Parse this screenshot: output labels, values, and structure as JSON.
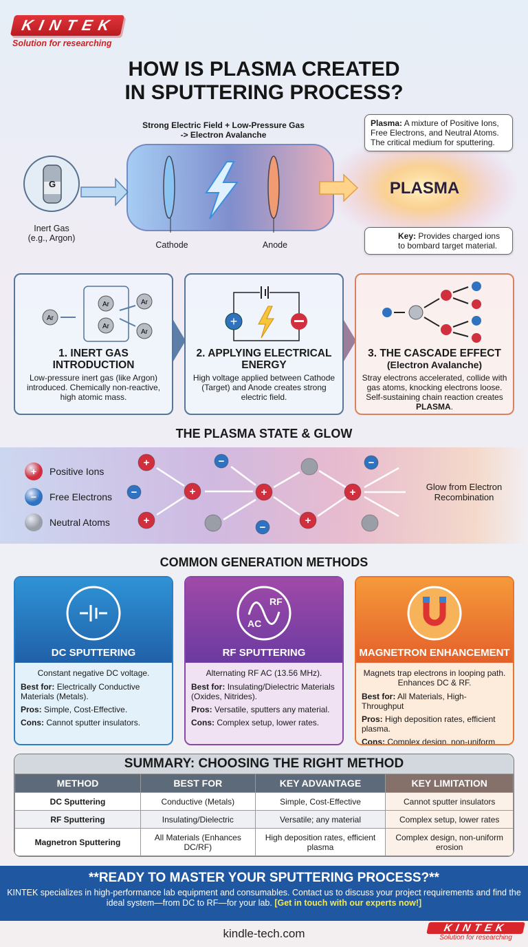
{
  "logo": {
    "brand": "KINTEK",
    "tagline": "Solution for researching"
  },
  "title": {
    "line1": "HOW IS PLASMA CREATED",
    "line2": "IN SPUTTERING PROCESS?"
  },
  "overview": {
    "field_line1": "Strong Electric Field + Low-Pressure Gas",
    "field_line2": "-> Electron Avalanche",
    "gas_letter": "G",
    "gas_label1": "Inert Gas",
    "gas_label2": "(e.g., Argon)",
    "cathode": "Cathode",
    "anode": "Anode",
    "plasma": "PLASMA",
    "callout_plasma_bold": "Plasma:",
    "callout_plasma_text": " A mixture of Positive Ions, Free Electrons, and Neutral Atoms. The critical medium for sputtering.",
    "callout_key_bold": "Key:",
    "callout_key_text": " Provides charged ions to bombard target material."
  },
  "steps": [
    {
      "title1": "1. INERT GAS",
      "title2": "INTRODUCTION",
      "text": "Low-pressure inert gas (like Argon) introduced. Chemically non-reactive, high atomic mass.",
      "atom": "Ar"
    },
    {
      "title1": "2. APPLYING ELECTRICAL",
      "title2": "ENERGY",
      "text": "High voltage applied between Cathode (Target) and Anode creates strong electric field."
    },
    {
      "title1": "3. THE CASCADE EFFECT",
      "title2": "(Electron Avalanche)",
      "text": "Stray electrons accelerated, collide with gas atoms, knocking electrons loose. Self-sustaining chain reaction creates ",
      "text_bold": "PLASMA",
      "text_end": "."
    }
  ],
  "plasma_state": {
    "heading": "THE PLASMA STATE & GLOW",
    "legend": [
      {
        "label": "Positive Ions",
        "color": "#d0303e"
      },
      {
        "label": "Free Electrons",
        "color": "#2f72c0"
      },
      {
        "label": "Neutral Atoms",
        "color": "#9a9ea6"
      }
    ],
    "glow_line1": "Glow from Electron",
    "glow_line2": "Recombination"
  },
  "methods": {
    "heading": "COMMON GENERATION METHODS",
    "cards": [
      {
        "title": "DC SPUTTERING",
        "icon": "battery-icon",
        "lead": "Constant negative DC voltage.",
        "best": "Electrically Conductive Materials (Metals).",
        "pros": "Simple, Cost-Effective.",
        "cons": "Cannot sputter insulators.",
        "color": "#2a7fc4"
      },
      {
        "title": "RF SPUTTERING",
        "icon": "ac-wave-icon",
        "icon_rf": "RF",
        "icon_ac": "AC",
        "lead": "Alternating RF AC (13.56 MHz).",
        "best": "Insulating/Dielectric Materials (Oxides, Nitrides).",
        "pros": "Versatile, sputters any material.",
        "cons": "Complex setup, lower rates.",
        "color": "#8a45a8"
      },
      {
        "title": "MAGNETRON ENHANCEMENT",
        "icon": "magnet-icon",
        "lead": "Magnets trap electrons in looping path. Enhances DC & RF.",
        "best": "All Materials, High-Throughput",
        "pros": "High deposition rates, efficient plasma.",
        "cons": "Complex design, non-uniform erosion.",
        "color": "#e9742a"
      }
    ],
    "labels": {
      "best": "Best for:",
      "pros": "Pros:",
      "cons": "Cons:"
    }
  },
  "summary": {
    "title": "SUMMARY: CHOOSING THE RIGHT METHOD",
    "headers": [
      "METHOD",
      "BEST FOR",
      "KEY ADVANTAGE",
      "KEY LIMITATION"
    ],
    "rows": [
      [
        "DC Sputtering",
        "Conductive (Metals)",
        "Simple, Cost-Effective",
        "Cannot sputter insulators"
      ],
      [
        "RF Sputtering",
        "Insulating/Dielectric",
        "Versatile; any material",
        "Complex setup, lower rates"
      ],
      [
        "Magnetron Sputtering",
        "All Materials (Enhances DC/RF)",
        "High deposition rates, efficient plasma",
        "Complex design, non-uniform erosion"
      ]
    ]
  },
  "cta": {
    "heading": "**READY TO MASTER YOUR SPUTTERING PROCESS?**",
    "text": "KINTEK specializes in high-performance lab equipment and consumables. Contact us to discuss your project requirements and find the ideal system—from DC to RF—for your lab. ",
    "link": "[Get in touch with our experts now!]"
  },
  "footer": {
    "url": "kindle-tech.com",
    "brand": "KINTEK",
    "tagline": "Solution for researching"
  }
}
